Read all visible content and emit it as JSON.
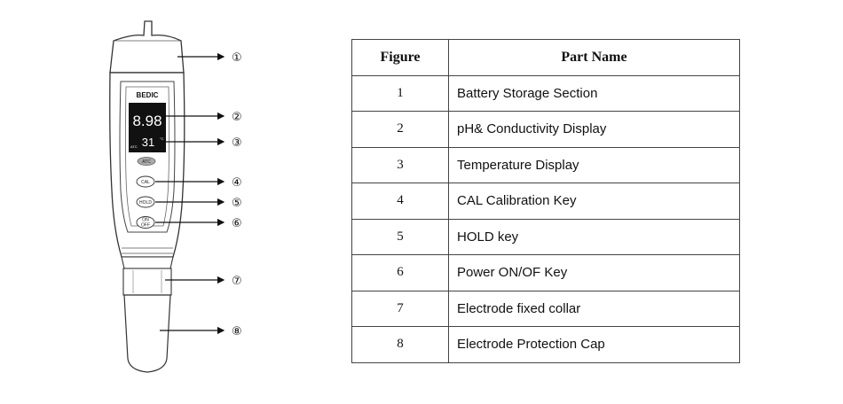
{
  "device": {
    "logo": "BEDIC",
    "reading_main": "8.98",
    "reading_temp": "31",
    "temp_unit": "°C",
    "atc_small": "ATC",
    "atc_button": "ATC",
    "cal_button": "CAL",
    "hold_button": "HOLD",
    "power_button_top": "ON",
    "power_button_bottom": "OFF"
  },
  "callouts": [
    "①",
    "②",
    "③",
    "④",
    "⑤",
    "⑥",
    "⑦",
    "⑧"
  ],
  "table": {
    "headers": [
      "Figure",
      "Part Name"
    ],
    "rows": [
      {
        "figure": "1",
        "part": "Battery Storage Section"
      },
      {
        "figure": "2",
        "part": "pH& Conductivity Display"
      },
      {
        "figure": "3",
        "part": "Temperature Display"
      },
      {
        "figure": "4",
        "part": "CAL Calibration Key"
      },
      {
        "figure": "5",
        "part": "HOLD key"
      },
      {
        "figure": "6",
        "part": "Power ON/OF Key"
      },
      {
        "figure": "7",
        "part": "Electrode fixed collar"
      },
      {
        "figure": "8",
        "part": "Electrode Protection Cap"
      }
    ]
  }
}
